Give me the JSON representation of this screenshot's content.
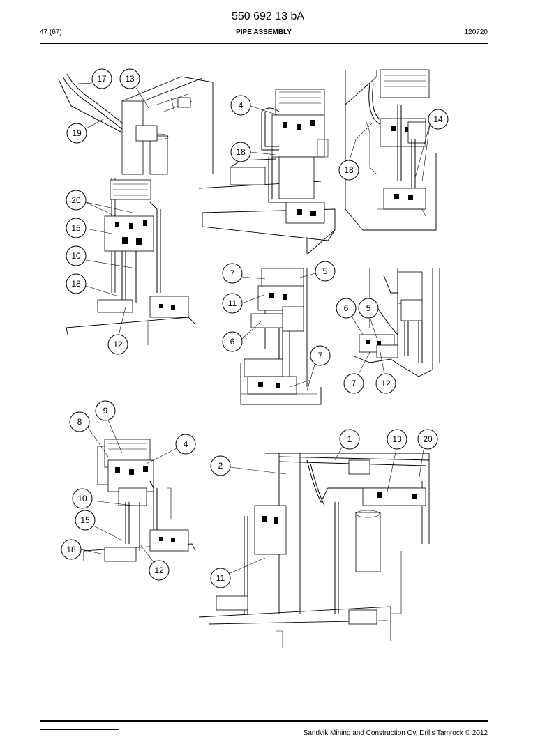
{
  "header": {
    "document_number": "550 692 13 bA",
    "page": "47 (67)",
    "title": "PIPE ASSEMBLY",
    "date_code": "120720"
  },
  "footer": {
    "copyright": "Sandvik Mining and Construction Oy, Drills Tamrock © 2012"
  },
  "callouts": {
    "v1_17": "17",
    "v1_13": "13",
    "v1_19": "19",
    "v1_20": "20",
    "v1_15": "15",
    "v1_10": "10",
    "v1_18": "18",
    "v1_12": "12",
    "v2_4": "4",
    "v2_18": "18",
    "v3_14": "14",
    "v3_18": "18",
    "v4_7": "7",
    "v4_5": "5",
    "v4_11": "11",
    "v4_6": "6",
    "v4_7b": "7",
    "v5_6": "6",
    "v5_5": "5",
    "v5_7": "7",
    "v5_12": "12",
    "v6_9": "9",
    "v6_8": "8",
    "v6_4": "4",
    "v6_10": "10",
    "v6_15": "15",
    "v6_18": "18",
    "v6_12": "12",
    "v7_1": "1",
    "v7_13": "13",
    "v7_20": "20",
    "v7_2": "2",
    "v7_11": "11"
  }
}
